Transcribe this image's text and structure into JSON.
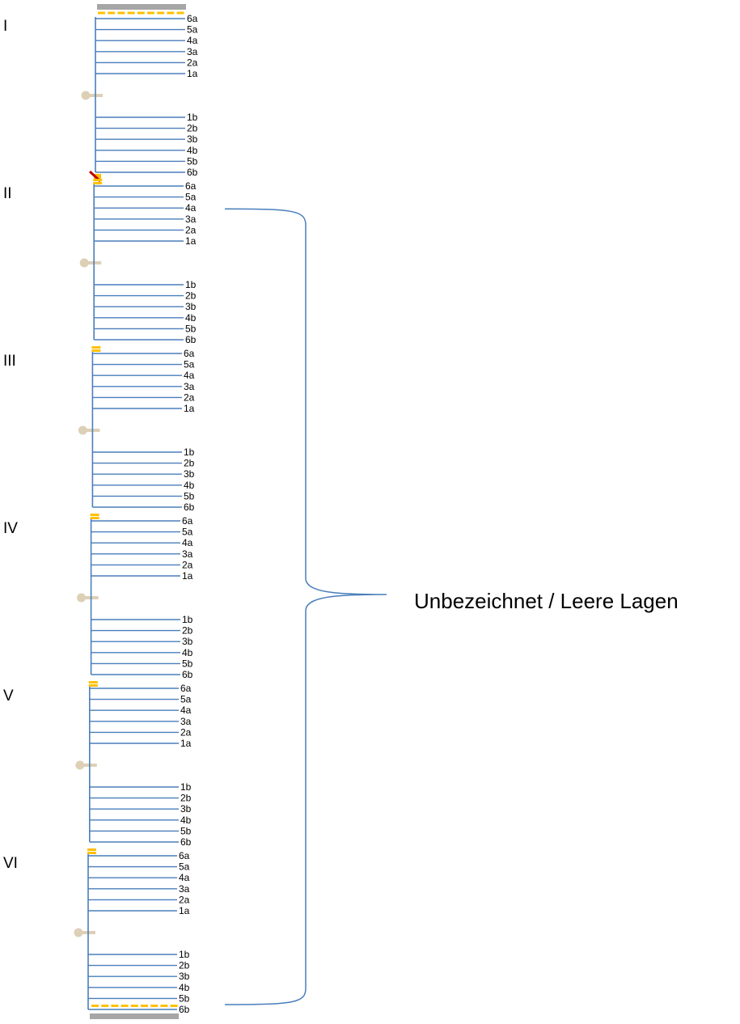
{
  "colors": {
    "leaf_line": "#4a7ebb",
    "board": "#a6a6a6",
    "board_strip": "#ffc000",
    "pastedown_stub": "#ffc000",
    "sewing_thread": "#ddd0b6",
    "detached_mark": "#c00000"
  },
  "gatherings": [
    {
      "label": "I",
      "leaves_a": [
        "6a",
        "5a",
        "4a",
        "3a",
        "2a",
        "1a"
      ],
      "leaves_b": [
        "1b",
        "2b",
        "3b",
        "4b",
        "5b",
        "6b"
      ],
      "start_marker": "board",
      "detached_last_leaf": true
    },
    {
      "label": "II",
      "leaves_a": [
        "6a",
        "5a",
        "4a",
        "3a",
        "2a",
        "1a"
      ],
      "leaves_b": [
        "1b",
        "2b",
        "3b",
        "4b",
        "5b",
        "6b"
      ],
      "start_marker": "stub",
      "detached_last_leaf": false
    },
    {
      "label": "III",
      "leaves_a": [
        "6a",
        "5a",
        "4a",
        "3a",
        "2a",
        "1a"
      ],
      "leaves_b": [
        "1b",
        "2b",
        "3b",
        "4b",
        "5b",
        "6b"
      ],
      "start_marker": "stub",
      "detached_last_leaf": false
    },
    {
      "label": "IV",
      "leaves_a": [
        "6a",
        "5a",
        "4a",
        "3a",
        "2a",
        "1a"
      ],
      "leaves_b": [
        "1b",
        "2b",
        "3b",
        "4b",
        "5b",
        "6b"
      ],
      "start_marker": "stub",
      "detached_last_leaf": false
    },
    {
      "label": "V",
      "leaves_a": [
        "6a",
        "5a",
        "4a",
        "3a",
        "2a",
        "1a"
      ],
      "leaves_b": [
        "1b",
        "2b",
        "3b",
        "4b",
        "5b",
        "6b"
      ],
      "start_marker": "stub",
      "detached_last_leaf": false
    },
    {
      "label": "VI",
      "leaves_a": [
        "6a",
        "5a",
        "4a",
        "3a",
        "2a",
        "1a"
      ],
      "leaves_b": [
        "1b",
        "2b",
        "3b",
        "4b",
        "5b",
        "6b"
      ],
      "start_marker": "stub",
      "detached_last_leaf": false
    }
  ],
  "end_marker": "board",
  "bracket": {
    "label": "Unbezeichnet / Leere Lagen",
    "from_gathering": "II",
    "to_gathering": "VI"
  }
}
